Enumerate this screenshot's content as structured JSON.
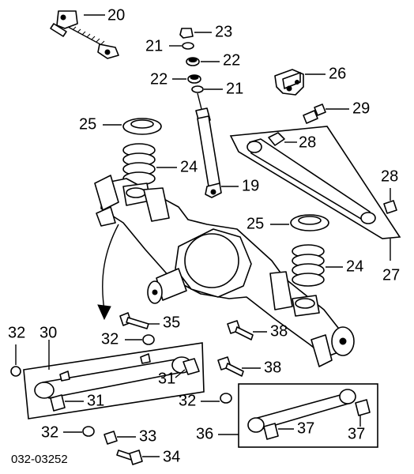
{
  "document_number": "032-03252",
  "callouts": {
    "c20": "20",
    "c23": "23",
    "c21a": "21",
    "c22a": "22",
    "c22b": "22",
    "c21b": "21",
    "c26": "26",
    "c29": "29",
    "c25a": "25",
    "c28a": "28",
    "c24a": "24",
    "c19": "19",
    "c28b": "28",
    "c25b": "25",
    "c27": "27",
    "c24b": "24",
    "c35": "35",
    "c32a": "32",
    "c30": "30",
    "c32b": "32",
    "c38a": "38",
    "c31a": "31",
    "c38b": "38",
    "c31b": "31",
    "c32c": "32",
    "c36": "36",
    "c37a": "37",
    "c37b": "37",
    "c32d": "32",
    "c33": "33",
    "c34": "34"
  }
}
